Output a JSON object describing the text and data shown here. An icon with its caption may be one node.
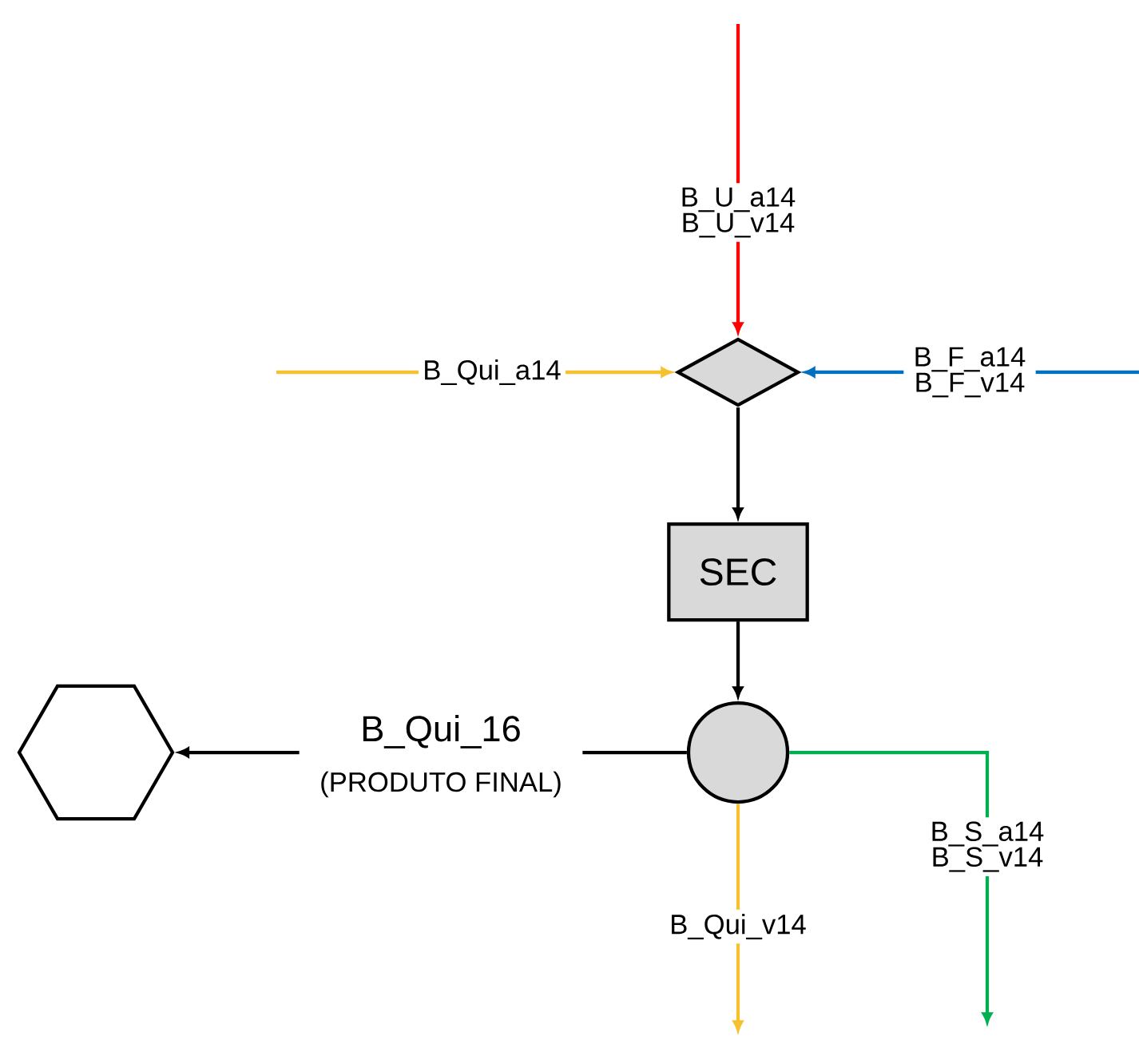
{
  "diagram": {
    "nodes": [
      {
        "text": [],
        "shape": "diamond"
      },
      {
        "text": [
          "SEC"
        ]
      },
      {
        "text": [],
        "shape": "circle"
      },
      {
        "text": [],
        "shape": "hexagon"
      }
    ],
    "edges": [
      {
        "from": null,
        "to": 0,
        "arrow": "to",
        "label": "B_U_a14 B_U_v14",
        "color": "#ff0000"
      },
      {
        "from": null,
        "to": 0,
        "arrow": "to",
        "label": "B_Qui_a14",
        "color": "#f5c12e"
      },
      {
        "from": null,
        "to": 0,
        "arrow": "to",
        "label": "B_F_a14 B_F_v14",
        "color": "#0070c0"
      },
      {
        "from": 0,
        "to": 1,
        "arrow": "to"
      },
      {
        "from": 1,
        "to": 2,
        "arrow": "to"
      },
      {
        "from": 2,
        "to": 3,
        "arrow": "to",
        "label": "B_Qui_16"
      },
      {
        "from": 2,
        "to": null,
        "arrow": "to",
        "label": "B_Qui_v14",
        "color": "#f5c12e"
      },
      {
        "from": 2,
        "to": null,
        "arrow": "to",
        "label": "B_S_a14 B_S_v14",
        "color": "#00b050"
      }
    ],
    "labels": [
      "(PRODUTO FINAL)"
    ]
  }
}
